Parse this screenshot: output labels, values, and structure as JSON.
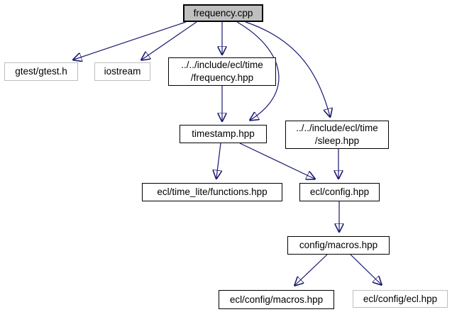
{
  "diagram": {
    "type": "include-dependency-graph",
    "root": "frequency.cpp",
    "colors": {
      "edge": "#191970",
      "root_fill": "#bfbfbf",
      "node_border": "#000000",
      "external_node_border": "#bebebe",
      "node_fill": "#ffffff",
      "text": "#000000"
    },
    "nodes": [
      {
        "id": "frequency-cpp",
        "label": "frequency.cpp"
      },
      {
        "id": "gtest-gtest-h",
        "label": "gtest/gtest.h"
      },
      {
        "id": "iostream",
        "label": "iostream"
      },
      {
        "id": "frequency-hpp",
        "label": "../../include/ecl/time\n/frequency.hpp"
      },
      {
        "id": "timestamp-hpp",
        "label": "timestamp.hpp"
      },
      {
        "id": "sleep-hpp",
        "label": "../../include/ecl/time\n/sleep.hpp"
      },
      {
        "id": "functions-hpp",
        "label": "ecl/time_lite/functions.hpp"
      },
      {
        "id": "config-hpp",
        "label": "ecl/config.hpp"
      },
      {
        "id": "config-macros-hpp",
        "label": "config/macros.hpp"
      },
      {
        "id": "ecl-config-macros-hpp",
        "label": "ecl/config/macros.hpp"
      },
      {
        "id": "ecl-config-ecl-hpp",
        "label": "ecl/config/ecl.hpp"
      }
    ],
    "edges": [
      {
        "from": "frequency.cpp",
        "to": "gtest/gtest.h"
      },
      {
        "from": "frequency.cpp",
        "to": "iostream"
      },
      {
        "from": "frequency.cpp",
        "to": "../../include/ecl/time/frequency.hpp"
      },
      {
        "from": "frequency.cpp",
        "to": "timestamp.hpp"
      },
      {
        "from": "frequency.cpp",
        "to": "../../include/ecl/time/sleep.hpp"
      },
      {
        "from": "../../include/ecl/time/frequency.hpp",
        "to": "timestamp.hpp"
      },
      {
        "from": "timestamp.hpp",
        "to": "ecl/time_lite/functions.hpp"
      },
      {
        "from": "timestamp.hpp",
        "to": "ecl/config.hpp"
      },
      {
        "from": "../../include/ecl/time/sleep.hpp",
        "to": "ecl/config.hpp"
      },
      {
        "from": "ecl/config.hpp",
        "to": "config/macros.hpp"
      },
      {
        "from": "config/macros.hpp",
        "to": "ecl/config/macros.hpp"
      },
      {
        "from": "config/macros.hpp",
        "to": "ecl/config/ecl.hpp"
      }
    ]
  }
}
